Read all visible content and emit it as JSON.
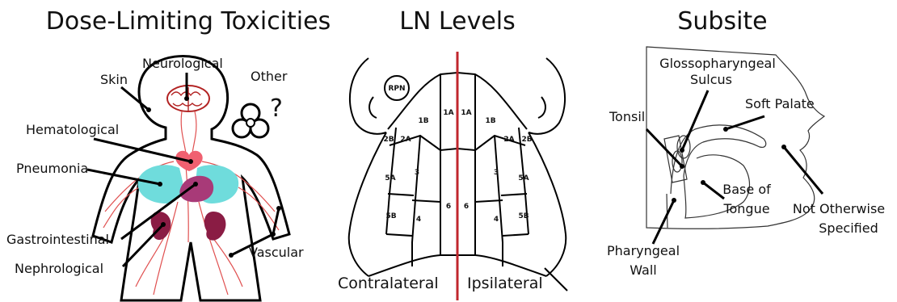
{
  "panels": {
    "toxicities": {
      "title": "Dose-Limiting Toxicities",
      "labels": {
        "skin": "Skin",
        "neurological": "Neurological",
        "other": "Other",
        "other_symbol": "?",
        "hematological": "Hematological",
        "pneumonia": "Pneumonia",
        "gastrointestinal": "Gastrointestinal",
        "nephrological": "Nephrological",
        "vascular": "Vascular"
      }
    },
    "ln_levels": {
      "title": "LN Levels",
      "contralateral": "Contralateral",
      "ipsilateral": "Ipsilateral",
      "rpn": "RPN",
      "levels": {
        "1a": "1A",
        "1b": "1B",
        "2a": "2A",
        "2b": "2B",
        "3": "3",
        "4": "4",
        "5a": "5A",
        "5b": "5B",
        "6": "6"
      }
    },
    "subsite": {
      "title": "Subsite",
      "labels": {
        "glossopharyngeal_1": "Glossopharyngeal",
        "glossopharyngeal_2": "Sulcus",
        "soft_palate": "Soft Palate",
        "tonsil": "Tonsil",
        "base_tongue_1": "Base of",
        "base_tongue_2": "Tongue",
        "nos_1": "Not Otherwise",
        "nos_2": "Specified",
        "pharyngeal_1": "Pharyngeal",
        "pharyngeal_2": "Wall"
      }
    }
  },
  "colors": {
    "midline": "#c0272d",
    "organ_cyan": "#6fdcdc",
    "organ_magenta": "#a83a78",
    "organ_dark": "#8a1c44",
    "heart": "#f06070",
    "vessels": "#e05050"
  }
}
